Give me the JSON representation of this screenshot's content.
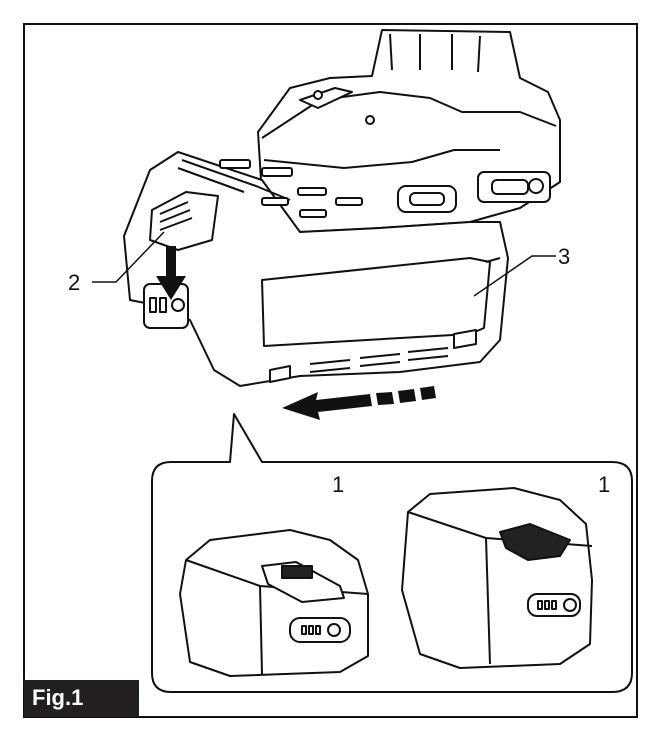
{
  "figure": {
    "label": "Fig.1",
    "callouts": {
      "latch_left": "1",
      "latch_right": "1",
      "button": "2",
      "battery": "3"
    },
    "icons": [
      "tool-body-drawing",
      "battery-cartridge-drawing",
      "slide-arrow-icon",
      "press-arrow-icon",
      "indicator-lamp-icon"
    ]
  }
}
